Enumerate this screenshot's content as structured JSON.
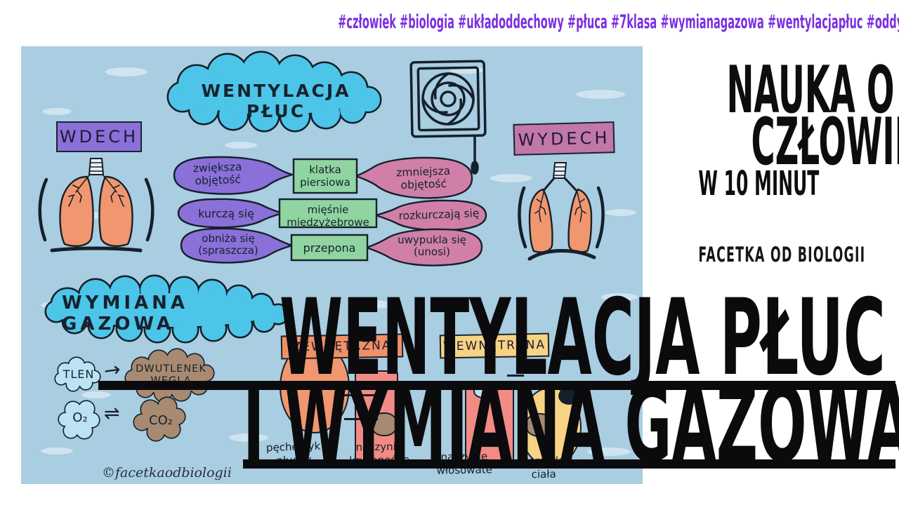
{
  "hashtags": "#człowiek #biologia #układoddechowy #płuca #7klasa #wymianagazowa #wentylacjapłuc #oddychanie #lekcjeonline #zdalnenauczanie",
  "overlay": {
    "line1": "WENTYLACJA PŁUC",
    "line2": "I WYMIANA GAZOWA"
  },
  "right_panel": {
    "title_line1": "NAUKA O",
    "title_line2": "CZŁOWIEKU",
    "subtitle": "W 10 MINUT",
    "brand": "FACETKA OD BIOLOGII"
  },
  "sketch": {
    "title_cloud": "WENTYLACJA PŁUC",
    "inhale_label": "WDECH",
    "exhale_label": "WYDECH",
    "comparison": {
      "rows": [
        {
          "inhale": "zwiększa objętość",
          "organ": "klatka piersiowa",
          "exhale": "zmniejsza objętość"
        },
        {
          "inhale": "kurczą się",
          "organ": "mięśnie międzyżebrowe",
          "exhale": "rozkurczają się"
        },
        {
          "inhale": "obniża się (spraszcza)",
          "organ": "przepona",
          "exhale": "uwypukla się (unosi)"
        }
      ]
    },
    "gas_cloud": "WYMIANA GAZOWA",
    "gases": {
      "oxygen_word": "TLEN",
      "carbon_dioxide_word": "DWUTLENEK WĘGLA",
      "o2": "O₂",
      "co2": "CO₂",
      "arrow": "→",
      "equilibrium_arrow": "⇌"
    },
    "exchange": {
      "external_label": "ZEWNĘTRZNA",
      "internal_label": "WEWNĘTRZNA",
      "captions": [
        "pęcherzyk płucny",
        "naczynie krwionośne",
        "naczynie włosowate",
        "komórki ciała"
      ]
    },
    "signature": "©facetkaodbiologii"
  },
  "colors": {
    "hashtag_purple": "#7b2fe0",
    "sketch_background": "#a9cde1",
    "cloud_cyan": "#4cc5e8",
    "inhale_purple": "#8a70d8",
    "exhale_pink": "#cf7fa8",
    "organ_green": "#90d4a1",
    "lung_salmon": "#f0976f",
    "external_orange": "#ef9165",
    "internal_yellow": "#f6d484",
    "gas_blue": "#bce3f4",
    "gas_brown": "#a78a71",
    "overlay_black": "#0b0b0d"
  }
}
